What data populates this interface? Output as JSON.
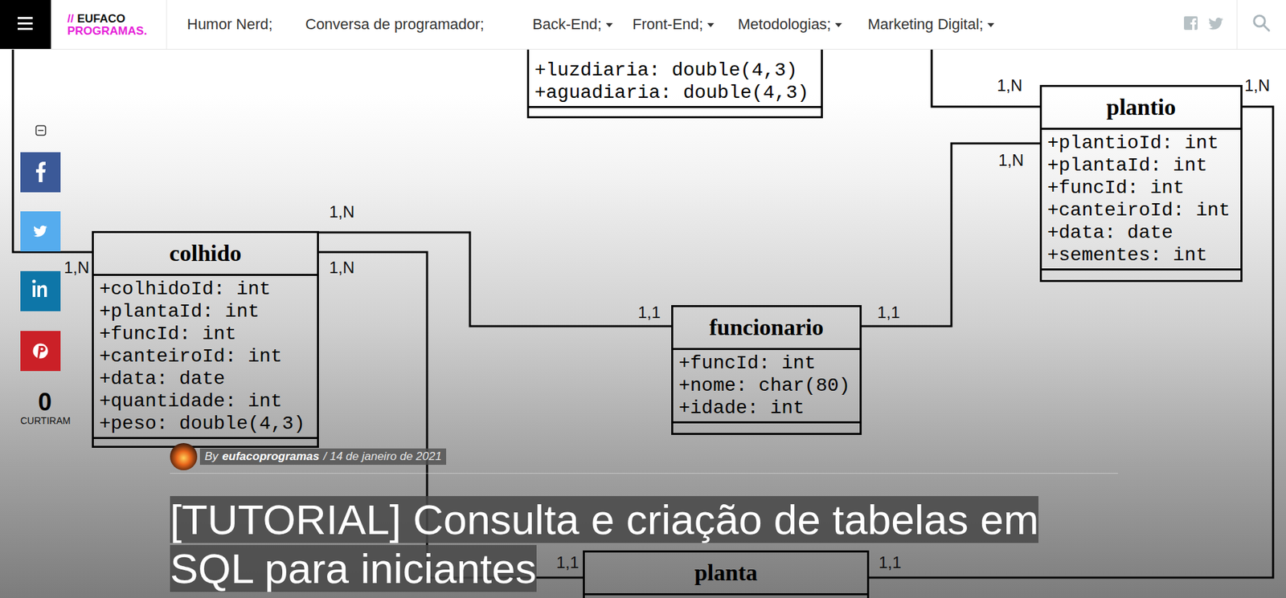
{
  "diagram": {
    "title": "[TUTORIAL] Consulta e criação de tabelas em SQL para iniciantes",
    "nodes": [
      {
        "text": [
          "+luzdiaria: double(4,3)",
          "+aguadiaria: double(4,3)"
        ]
      },
      {
        "text": [
          "plantio",
          "+plantioId: int",
          "+plantaId: int",
          "+funcId: int",
          "+canteiroId: int",
          "+data: date",
          "+sementes: int"
        ]
      },
      {
        "text": [
          "colhido",
          "+colhidoId: int",
          "+plantaId: int",
          "+funcId: int",
          "+canteiroId: int",
          "+data: date",
          "+quantidade: int",
          "+peso: double(4,3)"
        ]
      },
      {
        "text": [
          "funcionario",
          "+funcId: int",
          "+nome: char(80)",
          "+idade: int"
        ]
      },
      {
        "text": [
          "planta"
        ]
      }
    ],
    "edges": [
      {
        "from": 2,
        "to": 3,
        "arrow": "none"
      },
      {
        "from": 3,
        "to": 1,
        "arrow": "none"
      },
      {
        "from": 2,
        "to": 4,
        "arrow": "none"
      },
      {
        "from": 1,
        "to": 4,
        "arrow": "none"
      }
    ],
    "labels": [
      "//",
      "EUFACO",
      "PROGRAMAS.",
      "Humor Nerd;",
      "Conversa de programador;",
      "Back-End;",
      "Front-End;",
      "Metodologias;",
      "Marketing Digital;",
      "0",
      "CURTIRAM",
      "By",
      "eufacoprogramas",
      "/ 14 de janeiro de 2021",
      "1,N",
      "1,N",
      "1,N",
      "1,N",
      "1,N",
      "1,1",
      "1,1",
      "1,N",
      "1,1",
      "1,1"
    ]
  }
}
